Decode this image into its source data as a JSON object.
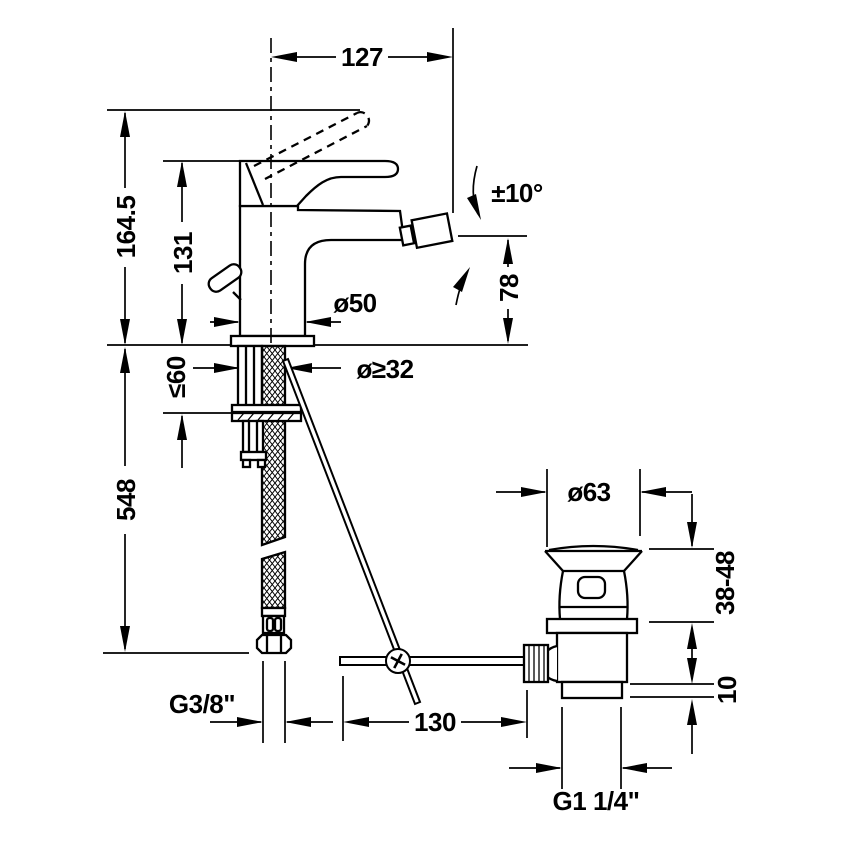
{
  "page": {
    "background": "#ffffff",
    "line_color": "#000000"
  },
  "drawing": {
    "kind": "technical-dimension-drawing",
    "subject": "single-lever bidet mixer with braided supply hose and pop-up waste set",
    "units": "mm",
    "dimensions": {
      "spout_reach": "127",
      "total_height": "164.5",
      "height_to_lever": "131",
      "spout_swivel_angle": "±10°",
      "spout_height": "78",
      "base_diameter": "ø50",
      "min_hole_diameter": "ø≥32",
      "max_deck_thickness": "≤60",
      "hose_length": "548",
      "supply_connection": "G3/8\"",
      "rod_length": "130",
      "waste_flange_diameter": "ø63",
      "waste_height_range": "38-48",
      "waste_max_thickness": "10",
      "waste_connection": "G1 1/4\""
    }
  }
}
